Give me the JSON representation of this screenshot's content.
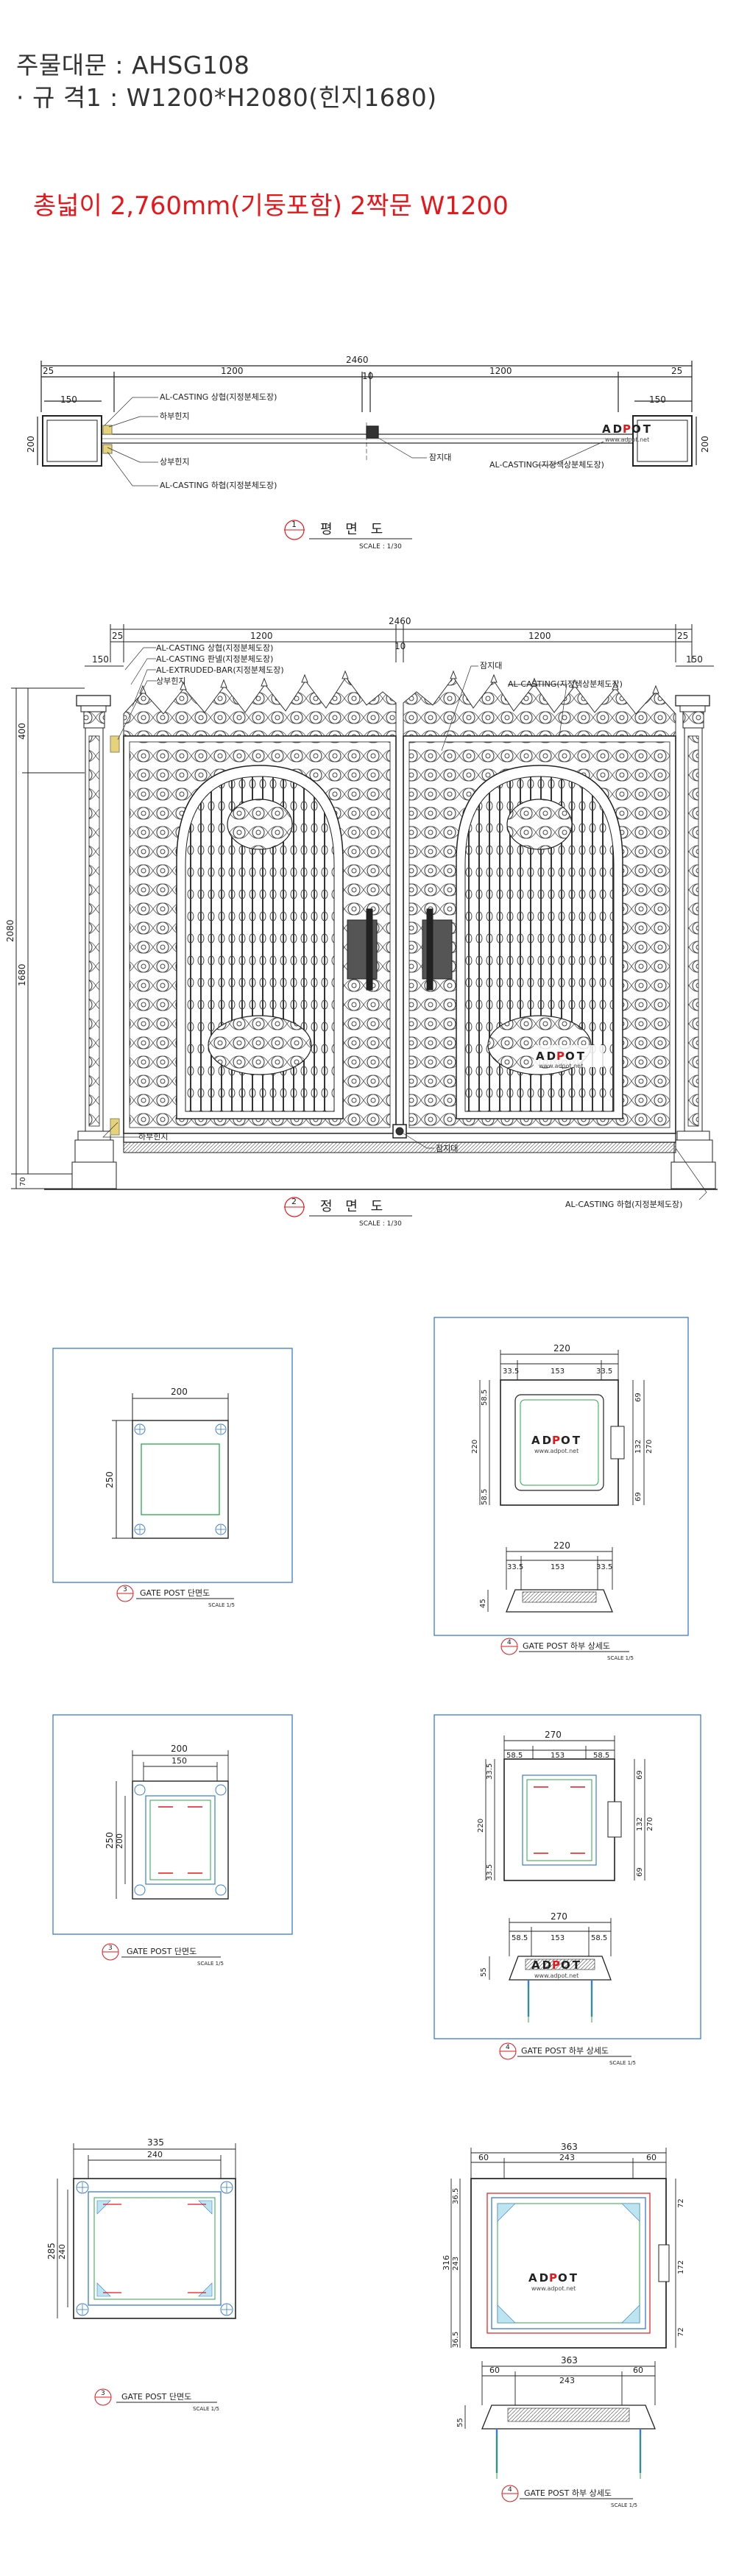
{
  "header": {
    "line1": "주물대문 : AHSG108",
    "line2": "· 규 격1 : W1200*H2080(힌지1680)",
    "note": "총넓이 2,760mm(기둥포함) 2짝문 W1200"
  },
  "plan": {
    "dims": {
      "total": "2460",
      "left": "1200",
      "right": "1200",
      "gap": "10",
      "edge_l": "25",
      "edge_r": "25",
      "post_l": "150",
      "post_r": "150",
      "height_l": "200",
      "height_r": "200"
    },
    "labels": {
      "casting_top": "AL-CASTING 상협(지정분체도장)",
      "lower_hinge": "하부힌지",
      "upper_hinge": "상부힌지",
      "casting_bottom": "AL-CASTING 하협(지정분체도장)",
      "stopper": "잠지대",
      "casting_stopper": "AL-CASTING(지정색상분체도장)"
    },
    "title_num": "1",
    "title": "평 면 도",
    "scale": "SCALE : 1/30"
  },
  "front": {
    "dims": {
      "total": "2460",
      "left": "1200",
      "right": "1200",
      "gap": "10",
      "edge_l": "25",
      "edge_r": "25",
      "post_l": "150",
      "post_r": "150",
      "top": "400",
      "h_total": "2080",
      "h_hinge": "1680",
      "bottom": "70"
    },
    "labels": {
      "casting_top": "AL-CASTING 상협(지정분체도장)",
      "casting_panel": "AL-CASTING 판넬(지정분체도장)",
      "extruded_bar": "AL-EXTRUDED-BAR(지정분체도장)",
      "upper_hinge": "상부힌지",
      "stopper_top": "잠지대",
      "casting_right": "AL-CASTING(지정색상분체도장)",
      "lower_hinge": "하부힌지",
      "stopper_bottom": "잠지대",
      "casting_bottom": "AL-CASTING 하협(지정분체도장)"
    },
    "title_num": "2",
    "title": "정 면 도",
    "scale": "SCALE : 1/30"
  },
  "brand": {
    "logo_left": "AD",
    "logo_mid": "P",
    "logo_right": "OT",
    "url": "www.adpot.net"
  },
  "details": [
    {
      "num": "3",
      "title": "GATE POST 단면도",
      "scale": "SCALE 1/5",
      "d1": "200",
      "d2": "250"
    },
    {
      "num": "4",
      "title": "GATE POST 하부 상세도",
      "scale": "SCALE 1/5",
      "top": "220",
      "a": "33.5",
      "b": "153",
      "c": "33.5",
      "r1": "58.5",
      "r2": "132",
      "r3": "69",
      "r4": "69",
      "h1": "270",
      "h2": "220",
      "bot": "220",
      "ba": "33.5",
      "bb": "153",
      "bc": "33.5",
      "bh": "45"
    },
    {
      "num": "3",
      "title": "GATE POST 단면도",
      "scale": "SCALE 1/5",
      "d1": "200",
      "d1b": "150",
      "d2": "250",
      "d2b": "200"
    },
    {
      "num": "4",
      "title": "GATE POST 하부 상세도",
      "scale": "SCALE 1/5",
      "top": "270",
      "a": "58.5",
      "b": "153",
      "c": "58.5",
      "r1": "33.5",
      "r2": "132",
      "r3": "69",
      "r4": "69",
      "h1": "270",
      "h2": "220",
      "bot": "270",
      "ba": "58.5",
      "bb": "153",
      "bc": "58.5",
      "bh": "55"
    },
    {
      "num": "3",
      "title": "GATE POST 단면도",
      "scale": "SCALE 1/5",
      "d1": "335",
      "d1b": "240",
      "d2": "285",
      "d2b": "240"
    },
    {
      "num": "4",
      "title": "GATE POST 하부 상세도",
      "scale": "SCALE 1/5",
      "top": "363",
      "top2": "243",
      "a": "60",
      "c": "60",
      "r1": "36.5",
      "r2": "172",
      "r3": "72",
      "r4": "72",
      "h1": "316",
      "h2": "243",
      "h3": "36.5",
      "bot": "363",
      "bot2": "243",
      "ba": "60",
      "bc": "60",
      "bh": "55"
    }
  ],
  "colors": {
    "red": "#e8161a",
    "green": "#2aa84a",
    "blue": "#3a7bd5",
    "line": "#222222"
  }
}
